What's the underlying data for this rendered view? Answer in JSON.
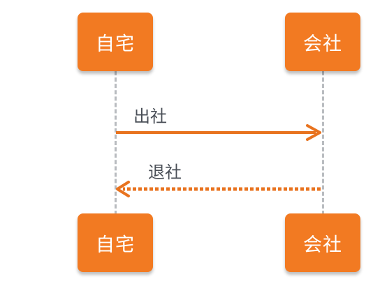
{
  "participants": [
    {
      "id": "home",
      "label": "自宅"
    },
    {
      "id": "office",
      "label": "会社"
    }
  ],
  "messages": [
    {
      "from": "home",
      "to": "office",
      "label": "出社",
      "style": "solid"
    },
    {
      "from": "office",
      "to": "home",
      "label": "退社",
      "style": "dotted"
    }
  ],
  "colors": {
    "actor_fill": "#f27a22",
    "arrow": "#e8731f",
    "lifeline": "#b9bcc0",
    "label_text": "#4a4f57"
  }
}
